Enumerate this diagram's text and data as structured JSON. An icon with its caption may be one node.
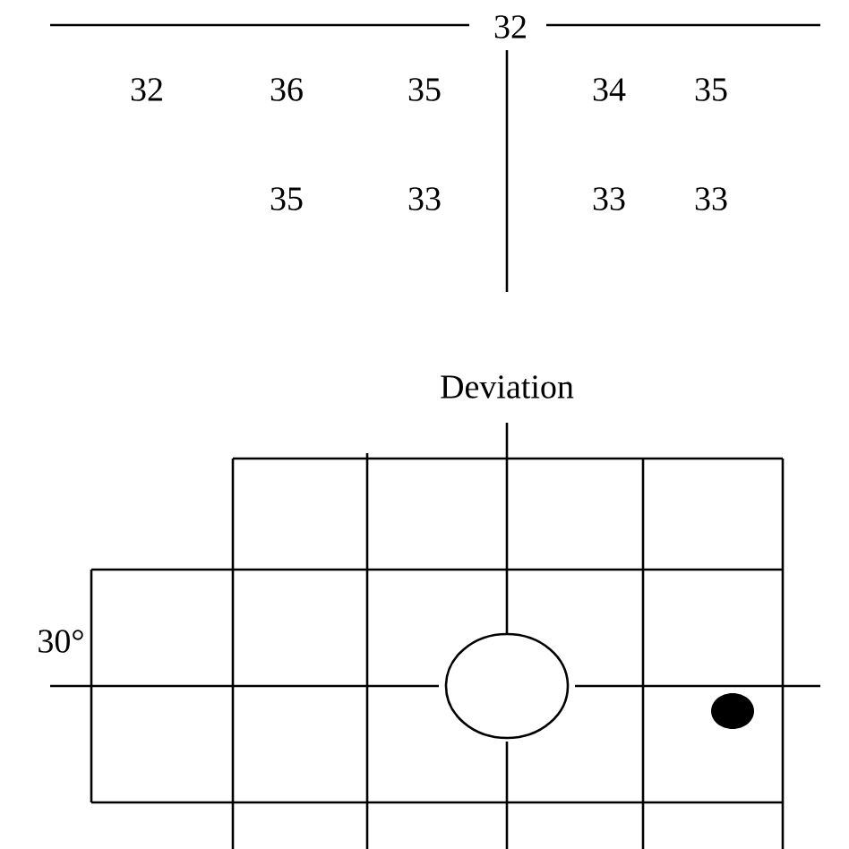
{
  "diagram": {
    "labels": [
      "32",
      "32",
      "36",
      "35",
      "34",
      "35",
      "35",
      "33",
      "33",
      "33",
      "Deviation",
      "30°"
    ]
  }
}
